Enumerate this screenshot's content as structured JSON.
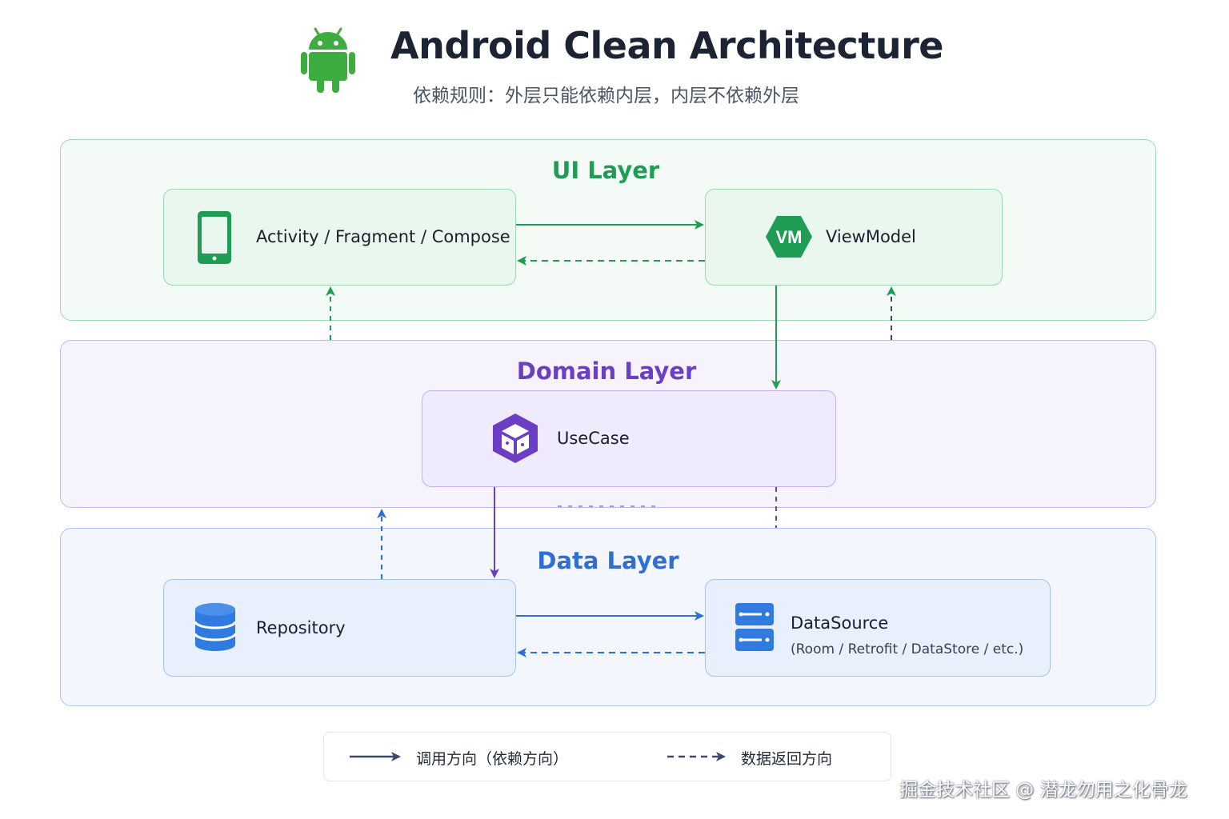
{
  "header": {
    "title": "Android Clean Architecture",
    "subtitle": "依赖规则：外层只能依赖内层，内层不依赖外层",
    "logo_icon": "android-robot-icon"
  },
  "layers": {
    "ui": {
      "title": "UI Layer",
      "color": "#1f9d55"
    },
    "domain": {
      "title": "Domain Layer",
      "color": "#6a3fc4"
    },
    "data": {
      "title": "Data Layer",
      "color": "#2f6fd4"
    }
  },
  "nodes": {
    "activity": {
      "label": "Activity / Fragment / Compose",
      "icon": "smartphone-icon"
    },
    "viewmodel": {
      "label": "ViewModel",
      "icon_text": "VM",
      "icon": "vm-hexagon-icon"
    },
    "usecase": {
      "label": "UseCase",
      "icon": "cube-icon"
    },
    "repository": {
      "label": "Repository",
      "icon": "database-icon"
    },
    "datasource": {
      "label": "DataSource",
      "sublabel": "(Room / Retrofit / DataStore / etc.)",
      "icon": "server-icon"
    }
  },
  "edges": [
    {
      "from": "activity",
      "to": "viewmodel",
      "style": "solid"
    },
    {
      "from": "viewmodel",
      "to": "activity",
      "style": "dashed"
    },
    {
      "from": "viewmodel",
      "to": "usecase",
      "style": "solid"
    },
    {
      "from": "usecase",
      "to": "viewmodel",
      "style": "dashed"
    },
    {
      "from": "usecase",
      "to": "activity",
      "style": "dashed"
    },
    {
      "from": "usecase",
      "to": "repository",
      "style": "solid"
    },
    {
      "from": "repository",
      "to": "usecase",
      "style": "dashed"
    },
    {
      "from": "repository",
      "to": "datasource",
      "style": "solid"
    },
    {
      "from": "datasource",
      "to": "repository",
      "style": "dashed"
    }
  ],
  "legend": {
    "call": "调用方向（依赖方向）",
    "return": "数据返回方向"
  },
  "watermark": "掘金技术社区 @ 潜龙勿用之化骨龙"
}
